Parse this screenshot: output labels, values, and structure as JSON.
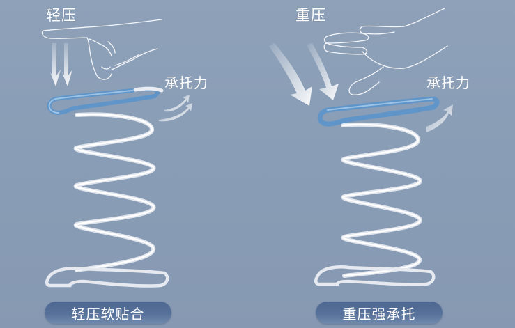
{
  "left_panel": {
    "title": "轻压",
    "force_label": "承托力",
    "caption": "轻压软贴合"
  },
  "right_panel": {
    "title": "重压",
    "force_label": "承托力",
    "caption": "重压强承托"
  },
  "colors": {
    "background": "#8a9db6",
    "pill": "#56719a",
    "coil_blue": "#5f95c8",
    "coil_silver": "#f2f4f7",
    "text": "#ffffff"
  }
}
